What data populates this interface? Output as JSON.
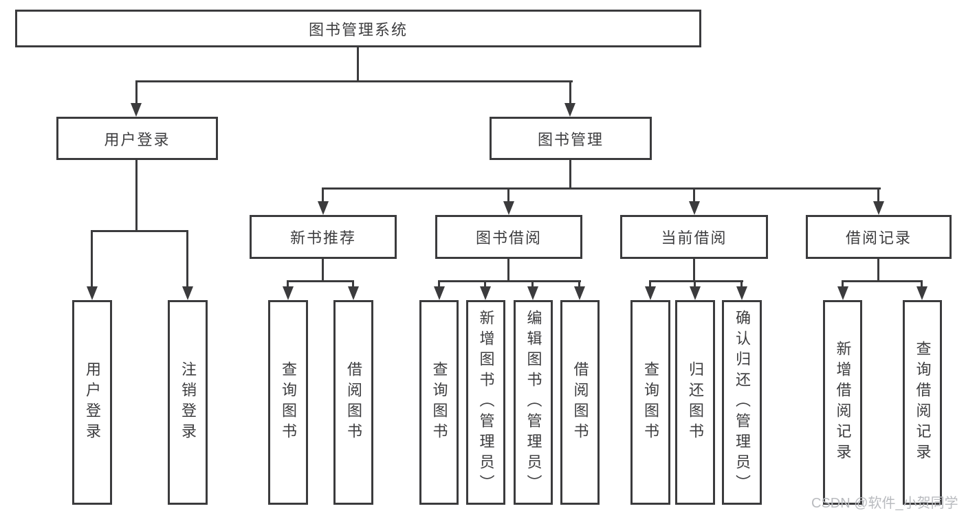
{
  "diagram": {
    "root": {
      "label": "图书管理系统",
      "children": [
        {
          "label": "用户登录",
          "children": [
            {
              "label": "用户登录"
            },
            {
              "label": "注销登录"
            }
          ]
        },
        {
          "label": "图书管理",
          "children": [
            {
              "label": "新书推荐",
              "children": [
                {
                  "label": "查询图书"
                },
                {
                  "label": "借阅图书"
                }
              ]
            },
            {
              "label": "图书借阅",
              "children": [
                {
                  "label": "查询图书"
                },
                {
                  "label": "新增图书（管理员）"
                },
                {
                  "label": "编辑图书（管理员）"
                },
                {
                  "label": "借阅图书"
                }
              ]
            },
            {
              "label": "当前借阅",
              "children": [
                {
                  "label": "查询图书"
                },
                {
                  "label": "归还图书"
                },
                {
                  "label": "确认归还（管理员）"
                }
              ]
            },
            {
              "label": "借阅记录",
              "children": [
                {
                  "label": "新增借阅记录"
                },
                {
                  "label": "查询借阅记录"
                }
              ]
            }
          ]
        }
      ]
    }
  },
  "watermark": {
    "text": "CSDN @软件_小贺同学"
  },
  "colors": {
    "background": "#ffffff",
    "line": "#3b3b3d",
    "text": "#3d3d3f",
    "watermark": "#b9bbbf"
  }
}
